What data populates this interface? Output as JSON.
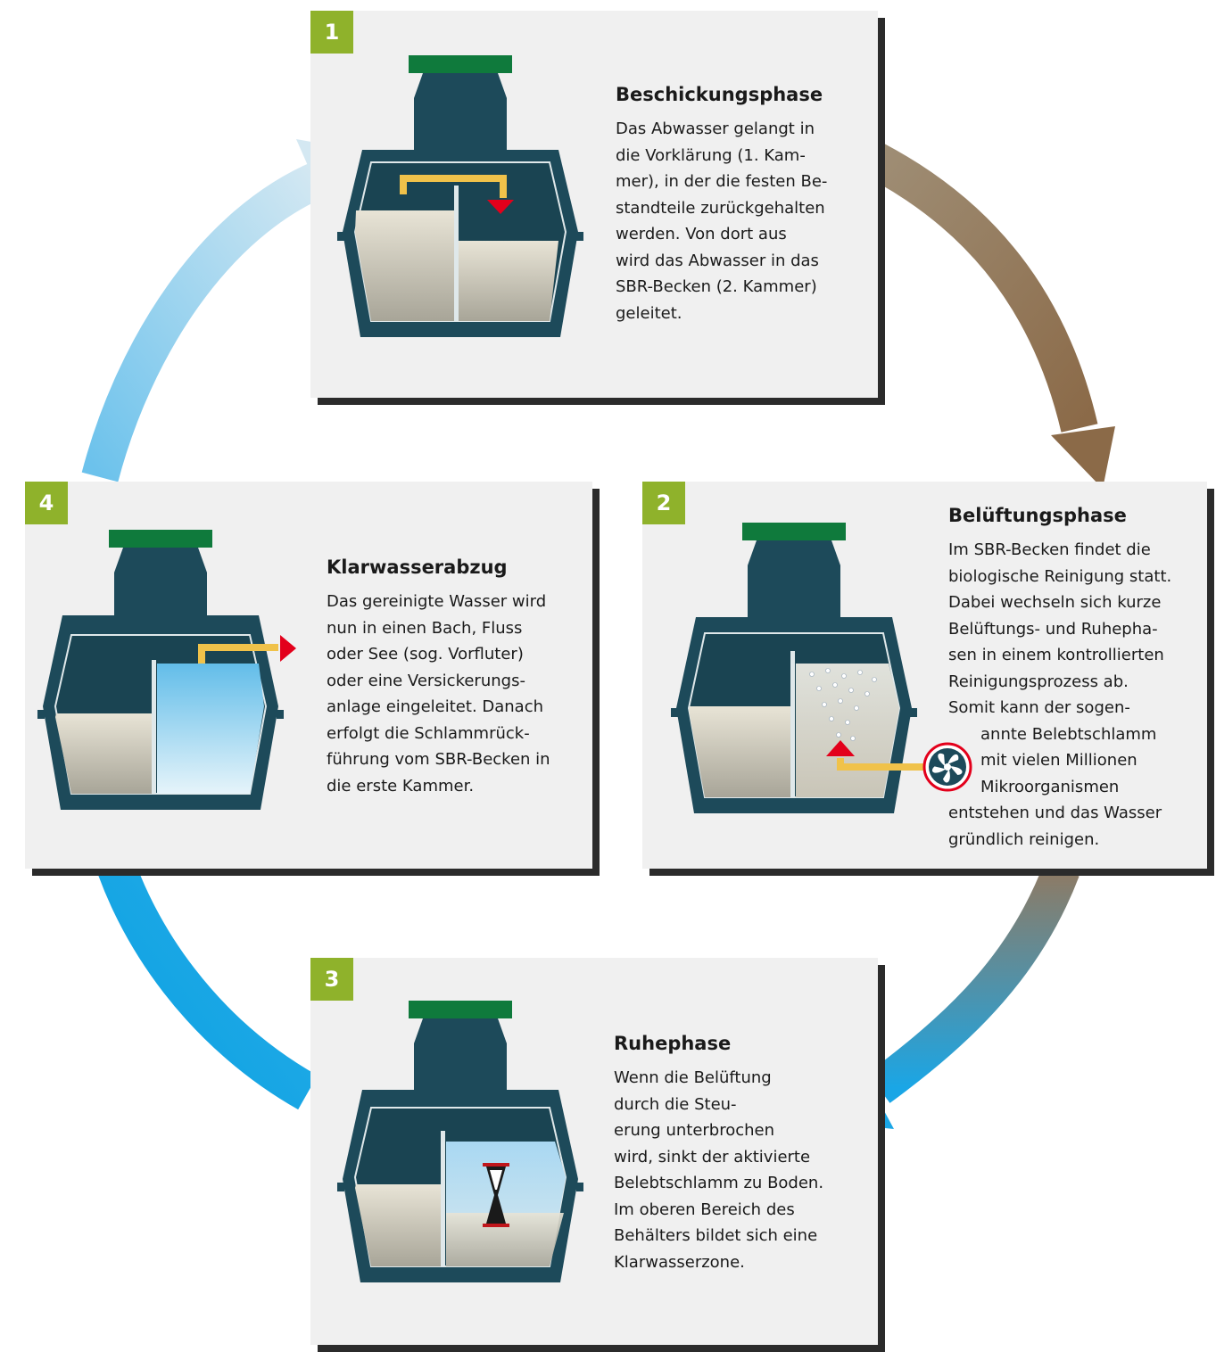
{
  "colors": {
    "card_bg": "#f0f0f0",
    "badge": "#8fb22b",
    "tank_body": "#1d4a5a",
    "lid": "#0f7a3c",
    "sludge": "#d5d0c2",
    "clear_water": "#a9d8f2",
    "pipe": "#f0c24a",
    "arrow_red": "#e3001b",
    "arrow_brown": "#9a8066",
    "arrow_blue": "#1ea7e4"
  },
  "phases": [
    {
      "number": "1",
      "title": "Beschickungsphase",
      "lines": [
        "Das Abwasser gelangt in",
        "die Vorklärung (1. Kam-",
        "mer), in der die festen Be-",
        "standteile zurückgehalten",
        "werden. Von dort aus",
        "wird das Abwasser in das",
        "SBR-Becken (2. Kammer)",
        "geleitet."
      ]
    },
    {
      "number": "2",
      "title": "Belüftungsphase",
      "lines": [
        "Im SBR-Becken findet die",
        "biologische Reinigung statt.",
        "Dabei wechseln sich kurze",
        "Belüftungs- und Ruhepha-",
        "sen in einem kontrollierten",
        "Reinigungsprozess ab.",
        "Somit kann der sogen-",
        "annte Belebtschlamm",
        "mit vielen Millionen",
        "Mikroorganismen",
        "entstehen und das Wasser",
        "gründlich reinigen."
      ]
    },
    {
      "number": "3",
      "title": "Ruhephase",
      "lines": [
        "Wenn die Belüftung",
        "durch die Steu-",
        "erung unterbrochen",
        "wird, sinkt der aktivierte",
        "Belebtschlamm zu Boden.",
        "Im oberen Bereich des",
        "Behälters bildet sich eine",
        "Klarwasserzone."
      ]
    },
    {
      "number": "4",
      "title": "Klarwasserabzug",
      "lines": [
        "Das gereinigte Wasser wird",
        "nun in einen Bach, Fluss",
        "oder See (sog. Vorfluter)",
        "oder eine Versickerungs-",
        "anlage eingeleitet. Danach",
        "erfolgt die Schlammrück-",
        "führung vom SBR-Becken in",
        "die erste Kammer."
      ]
    }
  ],
  "icons": {
    "fan": "fan-icon",
    "hourglass": "hourglass-icon",
    "flow_arrow": "red-triangle-arrow-icon"
  }
}
